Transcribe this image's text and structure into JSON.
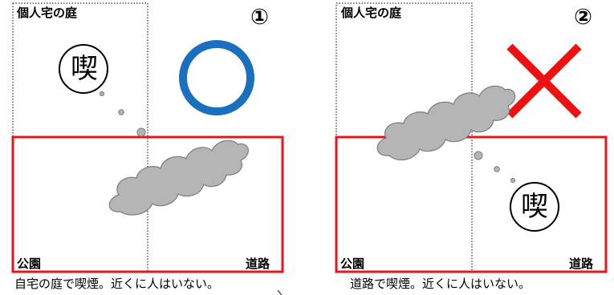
{
  "panels": [
    {
      "number": "①",
      "yard_label": "個人宅の庭",
      "park_label": "公園",
      "road_label": "道路",
      "smoker_symbol": "喫",
      "verdict": "circle",
      "caption": "自宅の庭で喫煙。近くに人はいない。"
    },
    {
      "number": "②",
      "yard_label": "個人宅の庭",
      "park_label": "公園",
      "road_label": "道路",
      "smoker_symbol": "喫",
      "verdict": "cross",
      "caption": "道路で喫煙。近くに人はいない。"
    }
  ],
  "colors": {
    "area_border": "#e8141c",
    "ok_mark": "#1a6fbe",
    "ng_mark": "#ee1111",
    "smoke_fill": "#b5b5b5",
    "smoke_stroke": "#7c7c7c"
  },
  "icons": {
    "ok_mark": "circle-mark-icon",
    "ng_mark": "cross-mark-icon",
    "smoker": "smoking-symbol-icon",
    "smoke": "smoke-cloud-icon"
  }
}
